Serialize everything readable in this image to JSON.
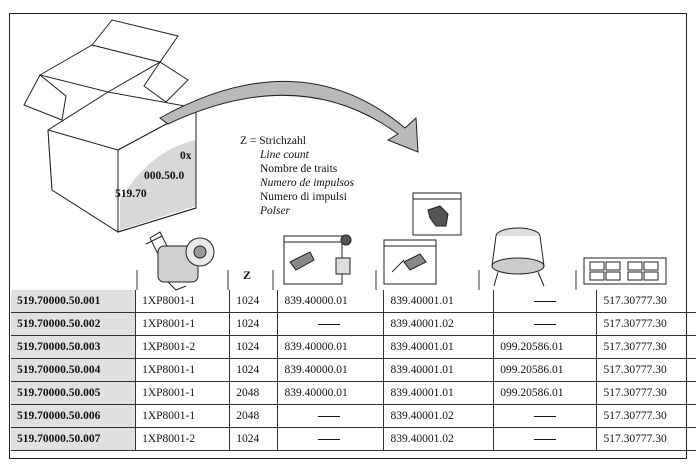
{
  "legend": {
    "z_def": "Z = Strichzahl",
    "lines": [
      {
        "text": "Line count",
        "italic": true
      },
      {
        "text": "Nombre de traits",
        "italic": false
      },
      {
        "text": "Numero de impulsos",
        "italic": true
      },
      {
        "text": "Numero di impulsi",
        "italic": false
      },
      {
        "text": "Polser",
        "italic": true
      }
    ]
  },
  "box_labels": {
    "l1": "0x",
    "l2": "000.50.0",
    "l3": "519.70"
  },
  "z_header": "Z",
  "icons": [
    "product-box-icon",
    "encoder-unit-icon",
    "mounting-kit-bag-icon",
    "small-parts-bag-icon",
    "coupling-bag-icon",
    "mounting-bell-icon",
    "cable-connectors-icon"
  ],
  "rows": [
    {
      "code": "519.70000.50.001",
      "model": "1XP8001-1",
      "z": "1024",
      "kit": "839.40000.01",
      "bag": "839.40001.01",
      "bell": "",
      "conn": "517.30777.30"
    },
    {
      "code": "519.70000.50.002",
      "model": "1XP8001-1",
      "z": "1024",
      "kit": "",
      "bag": "839.40001.02",
      "bell": "",
      "conn": "517.30777.30"
    },
    {
      "code": "519.70000.50.003",
      "model": "1XP8001-2",
      "z": "1024",
      "kit": "839.40000.01",
      "bag": "839.40001.01",
      "bell": "099.20586.01",
      "conn": "517.30777.30"
    },
    {
      "code": "519.70000.50.004",
      "model": "1XP8001-1",
      "z": "1024",
      "kit": "839.40000.01",
      "bag": "839.40001.01",
      "bell": "099.20586.01",
      "conn": "517.30777.30"
    },
    {
      "code": "519.70000.50.005",
      "model": "1XP8001-1",
      "z": "2048",
      "kit": "839.40000.01",
      "bag": "839.40001.01",
      "bell": "099.20586.01",
      "conn": "517.30777.30"
    },
    {
      "code": "519.70000.50.006",
      "model": "1XP8001-1",
      "z": "2048",
      "kit": "",
      "bag": "839.40001.02",
      "bell": "",
      "conn": "517.30777.30"
    },
    {
      "code": "519.70000.50.007",
      "model": "1XP8001-2",
      "z": "1024",
      "kit": "",
      "bag": "839.40001.02",
      "bell": "",
      "conn": "517.30777.30"
    }
  ]
}
